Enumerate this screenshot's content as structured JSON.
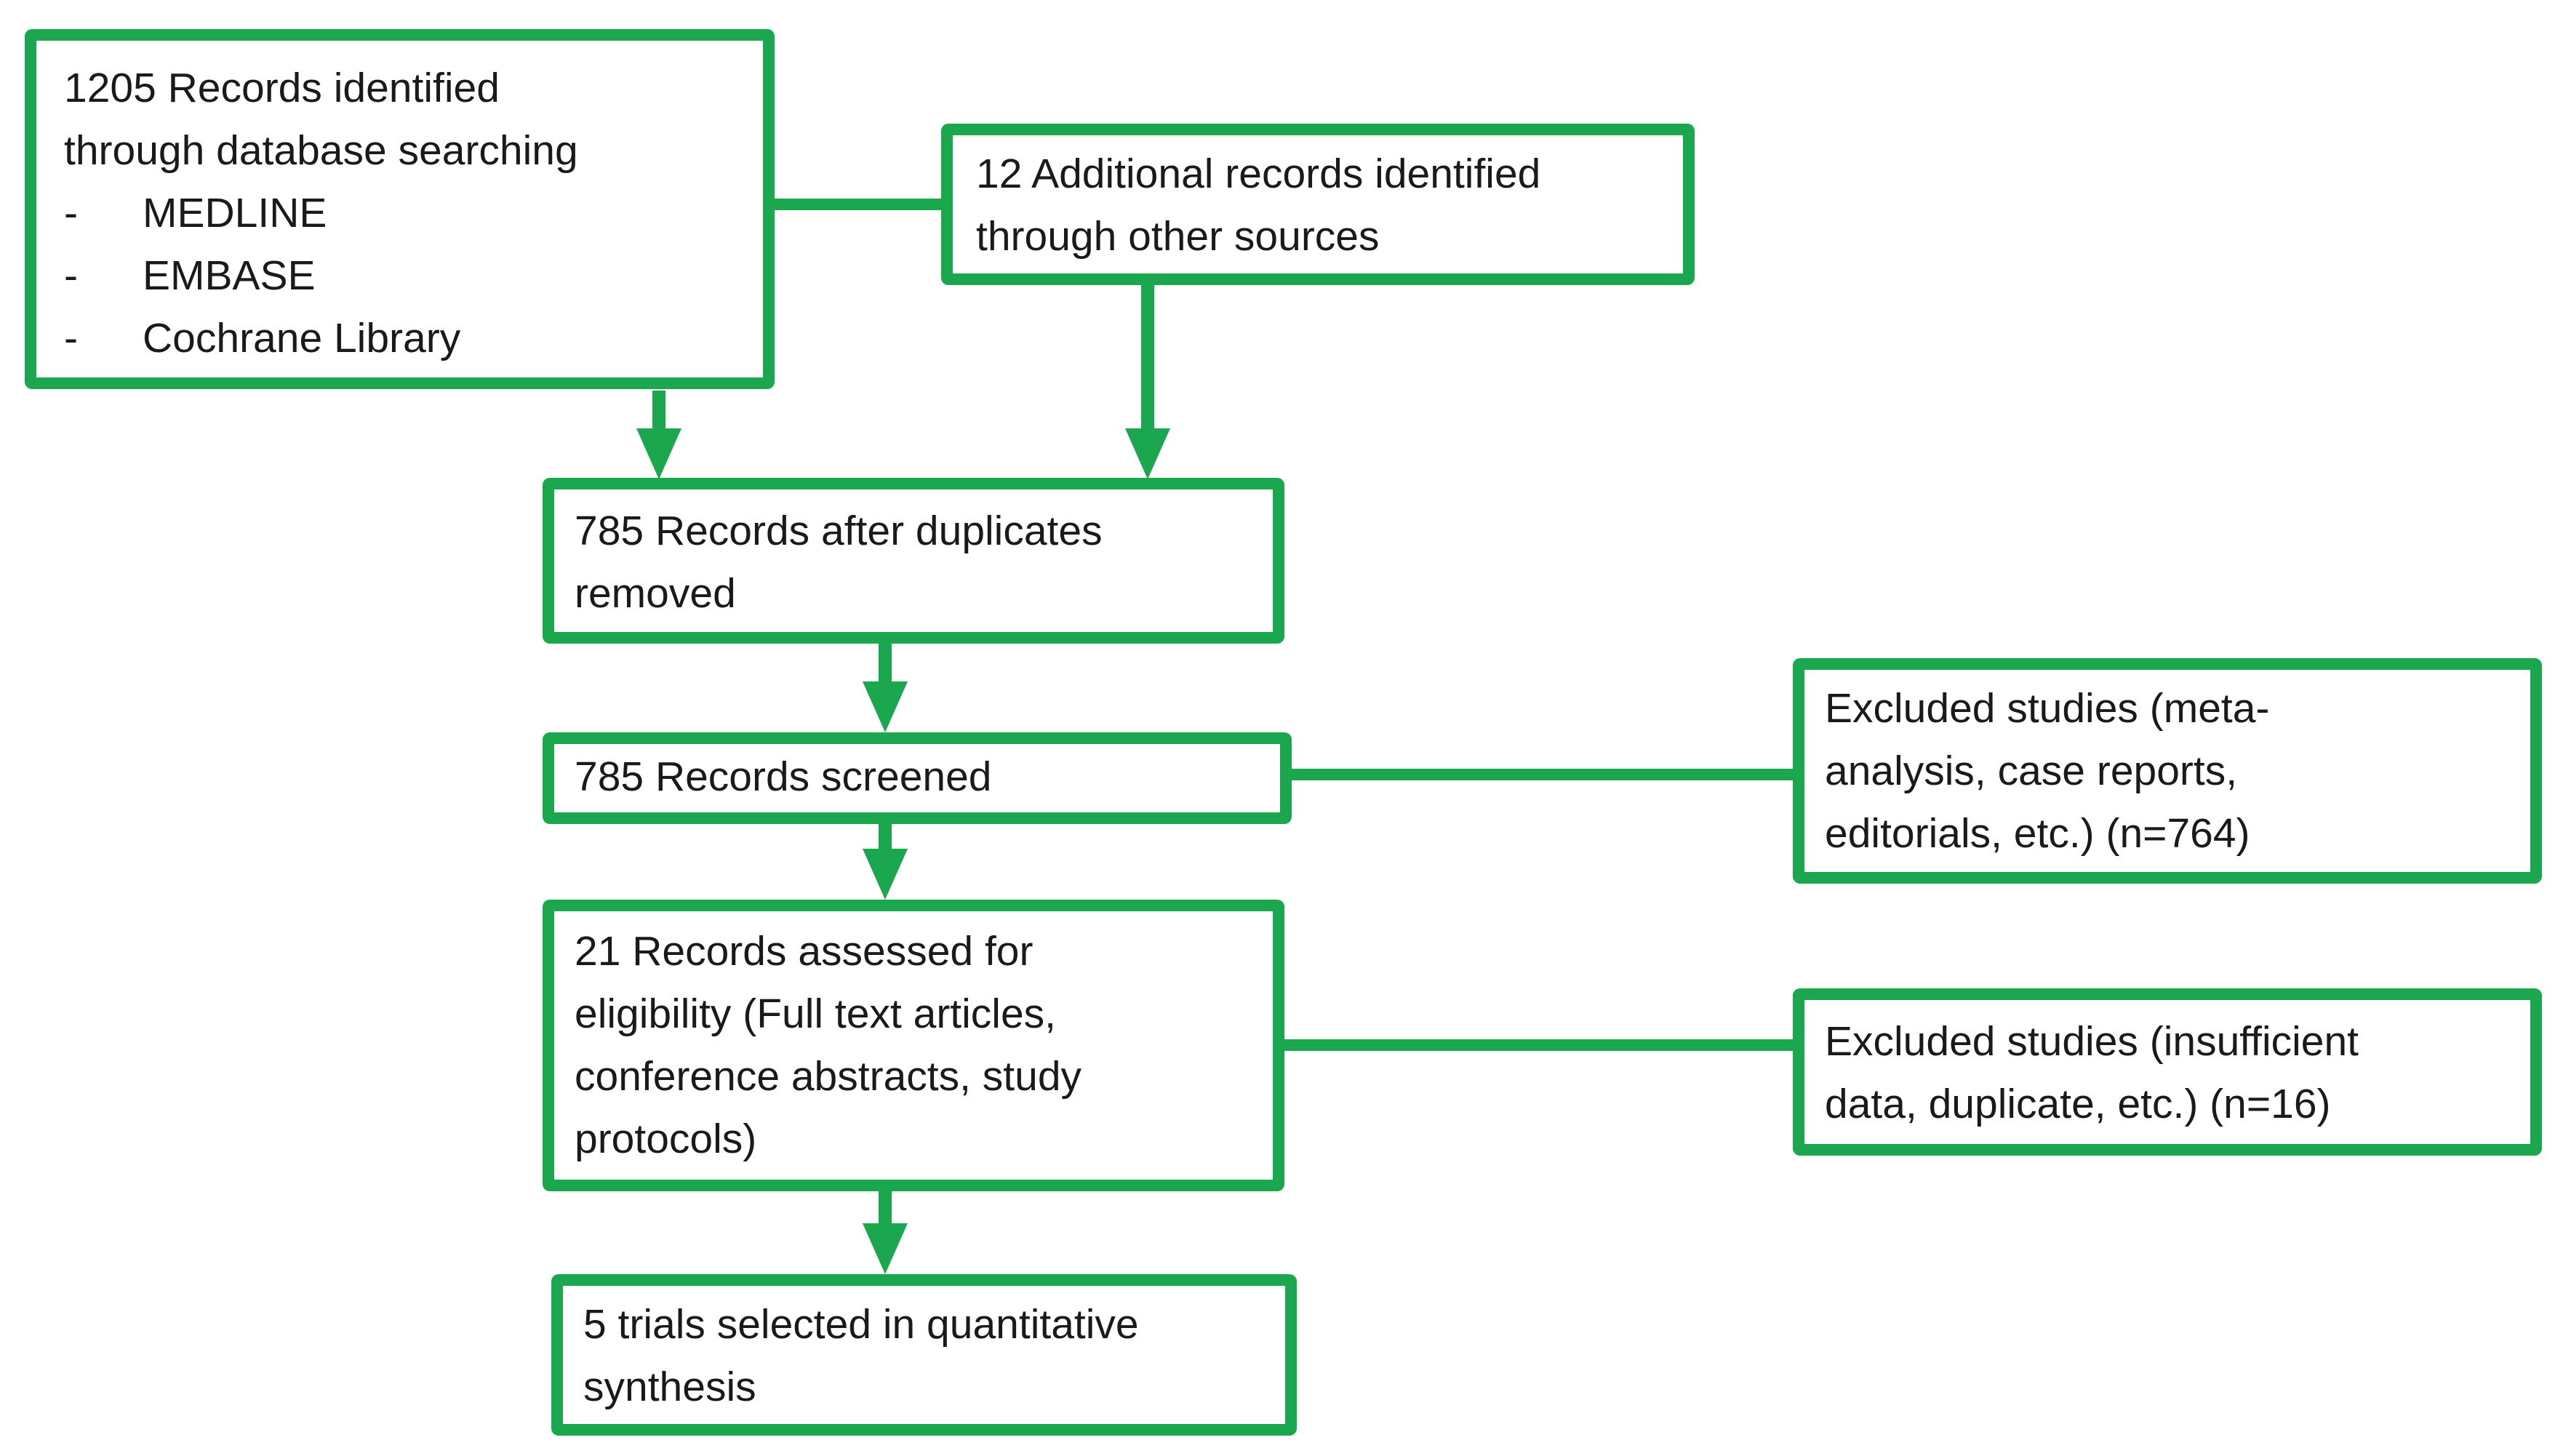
{
  "colors": {
    "accent": "#1aa74e",
    "text": "#1a1a1a",
    "background": "#ffffff"
  },
  "flow": {
    "identified": {
      "line1": "1205 Records identified",
      "line2": "through database searching",
      "bullet_char": "-",
      "bullets": [
        "MEDLINE",
        "EMBASE",
        "Cochrane Library"
      ]
    },
    "additional": {
      "line1": "12 Additional records identified",
      "line2": "through other sources"
    },
    "deduplicated": {
      "line1": "785 Records after duplicates",
      "line2": "removed"
    },
    "screened": {
      "line1": "785 Records screened"
    },
    "excluded_screening": {
      "line1": "Excluded studies (meta-",
      "line2": "analysis, case reports,",
      "line3": "editorials, etc.) (n=764)"
    },
    "assessed": {
      "line1": "21 Records assessed for",
      "line2": "eligibility (Full text articles,",
      "line3": "conference abstracts, study",
      "line4": "protocols)"
    },
    "excluded_eligibility": {
      "line1": "Excluded studies (insufficient",
      "line2": "data, duplicate, etc.) (n=16)"
    },
    "selected": {
      "line1": "5 trials selected in quantitative",
      "line2": "synthesis"
    }
  }
}
